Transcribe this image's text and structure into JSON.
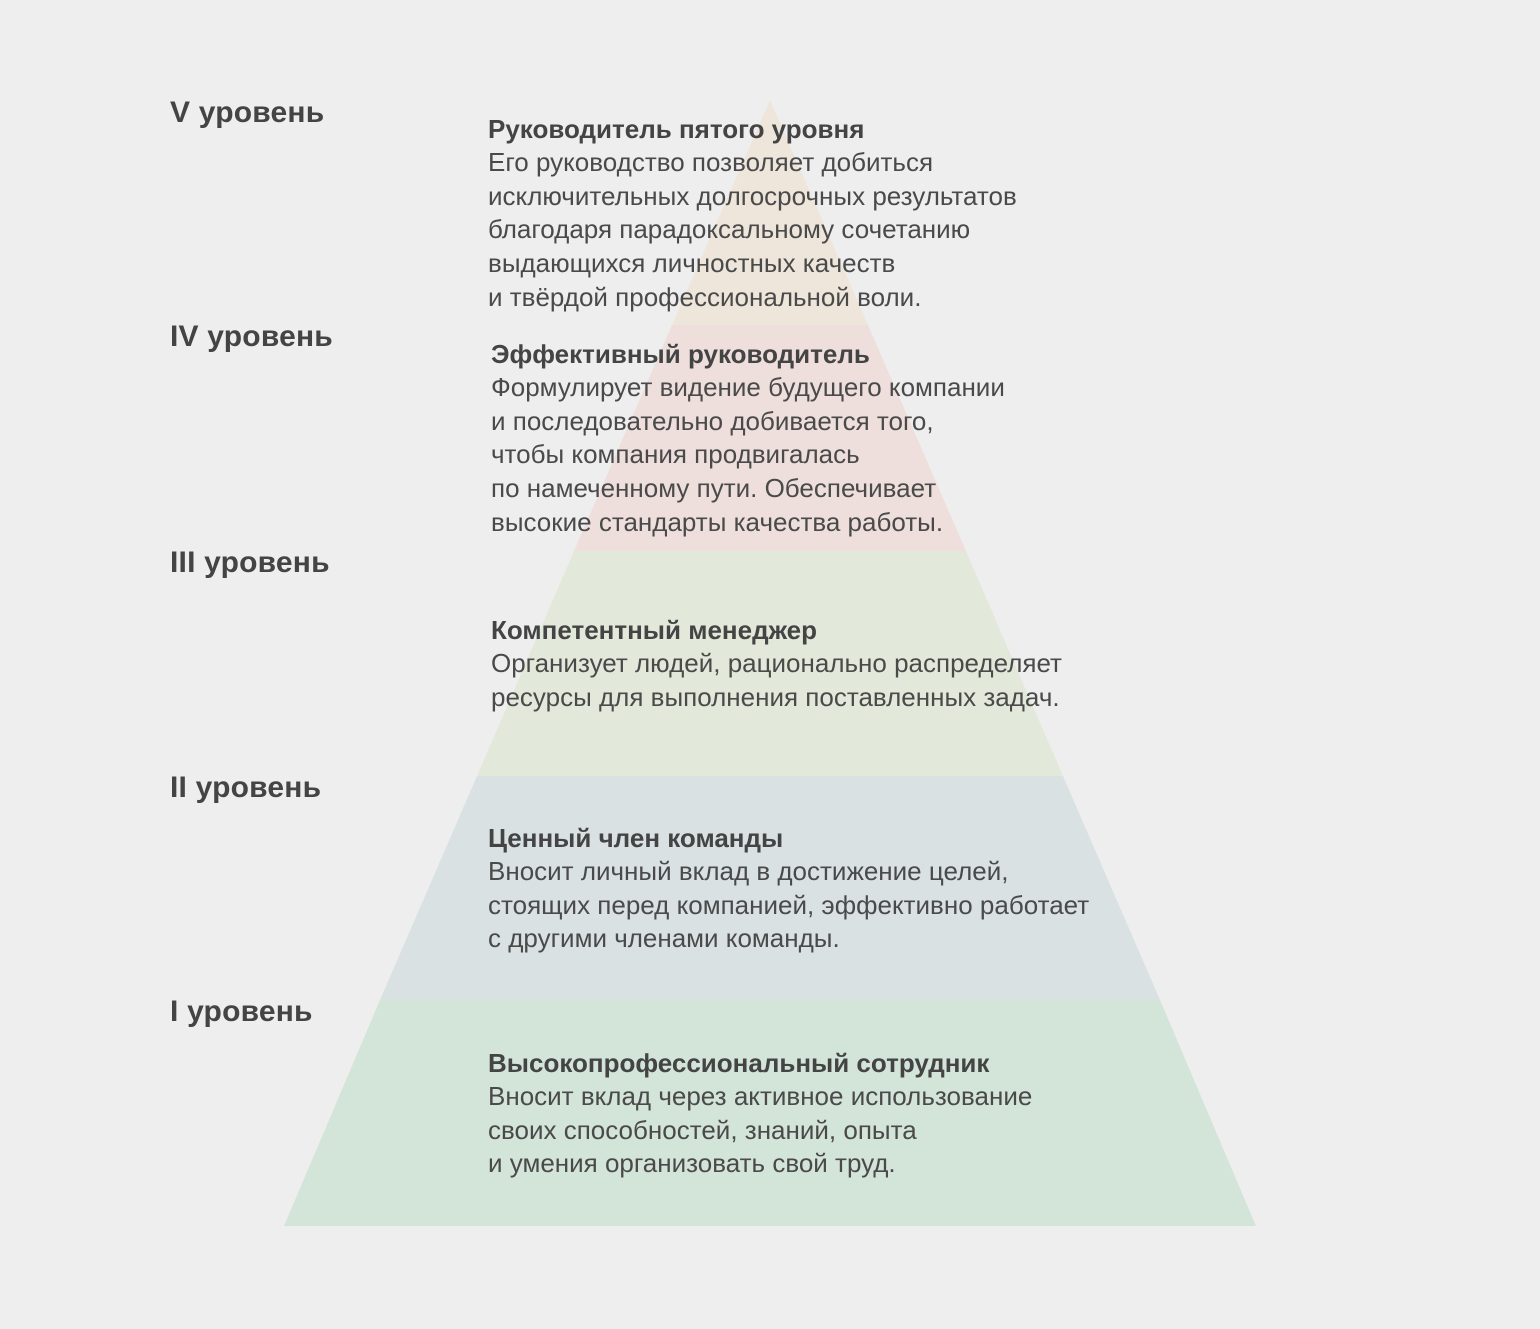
{
  "diagram": {
    "type": "pyramid",
    "colors": {
      "background": "#eeeeee",
      "band5": "#eee5db",
      "band4": "#eedfdc",
      "band3": "#e2e9da",
      "band2": "#d9e1e2",
      "band1": "#d3e4d8"
    },
    "levels": [
      {
        "label": "V уровень",
        "title": "Руководитель пятого уровня",
        "description": "Его руководство позволяет добиться\nисключительных долгосрочных результатов\nблагодаря парадоксальному сочетанию\nвыдающихся личностных качеств\nи твёрдой профессиональной воли."
      },
      {
        "label": "IV уровень",
        "title": "Эффективный руководитель",
        "description": "Формулирует видение будущего компании\nи последовательно добивается того,\nчтобы компания продвигалась\nпо намеченному пути. Обеспечивает\nвысокие стандарты качества работы."
      },
      {
        "label": "III уровень",
        "title": "Компетентный менеджер",
        "description": "Организует людей, рационально распределяет\nресурсы для выполнения поставленных задач."
      },
      {
        "label": "II уровень",
        "title": "Ценный член команды",
        "description": "Вносит личный вклад в достижение целей,\nстоящих перед компанией, эффективно работает\nс другими членами команды."
      },
      {
        "label": "I уровень",
        "title": "Высокопрофессиональный сотрудник",
        "description": "Вносит вклад через активное использование\nсвоих способностей, знаний, опыта\nи умения организовать свой труд."
      }
    ]
  }
}
